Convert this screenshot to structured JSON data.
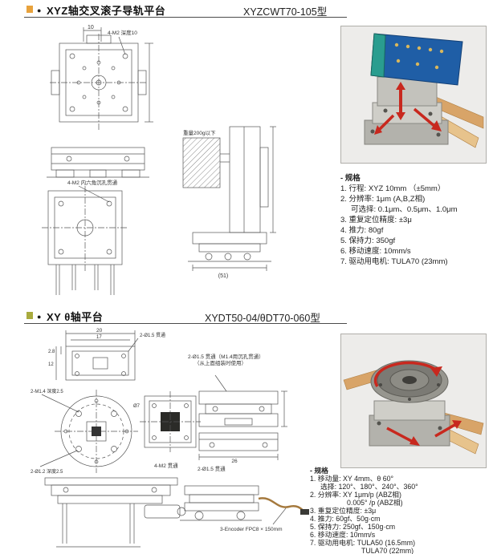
{
  "palette": {
    "accent_orange": "#e8a23c",
    "accent_olive": "#a9ab3e",
    "arrow_red": "#c8281e",
    "pcb_blue": "#1f5ea6",
    "flex_tan": "#d8a468",
    "drawing_line": "#555555"
  },
  "section1": {
    "bullet": "●",
    "title": "XYZ轴交叉滚子导轨平台",
    "model": "XYZCWT70-105型",
    "specs": {
      "heading": "- 规格",
      "items": [
        "1. 行程: XYZ 10mm （±5mm）",
        "2. 分辨率: 1μm (A,B,Z相)",
        "可选择: 0.1μm、0.5μm、1.0μm",
        "3. 重复定位精度: ±3μ",
        "4. 推力: 80gf",
        "5. 保持力: 350gf",
        "6. 移动速度: 10mm/s",
        "7. 驱动用电机: TULA70 (23mm)"
      ]
    },
    "labels": {
      "dim_10": "10",
      "tap_top": "4-M2 深度10",
      "tap_bottom": "4-M2 内六角沉孔贯通",
      "weight": "重量200g以下",
      "dim_51": "(51)"
    }
  },
  "section2": {
    "bullet": "●",
    "title": "XY θ轴平台",
    "model": "XYDT50-04/θDT70-060型",
    "specs": {
      "heading": "- 规格",
      "items": [
        "1. 移动量: XY 4mm、θ 60°",
        "选择: 120°、180°、240°、360°",
        "2. 分辨率: XY 1μm/p (ABZ相)",
        "0.005° /p (ABZ相)",
        "3. 重复定位精度: ±3μ",
        "4. 推力: 60gf、50g·cm",
        "5. 保持力: 250gf、150g·cm",
        "6. 移动速度: 10mm/s",
        "7. 驱动用电机: TULA50 (16.5mm)",
        "TULA70 (22mm)"
      ]
    },
    "labels": {
      "dim_20": "20",
      "dim_17": "17",
      "dim_12": "12",
      "dim_2_8": "2.8",
      "dim_26": "26",
      "dia_7": "Ø7",
      "hole_top": "2-Ø1.5 贯通",
      "note_line1": "2-Ø1.5 贯通（M1.4用沉孔贯通）",
      "note_line2": "（从上面组装时使用）",
      "tap_m14": "2-M1.4 深度2.5",
      "hole_12": "2-Ø1.2 深度2.5",
      "tap_4m2": "4-M2 贯通",
      "hole_15": "2-Ø1.5 贯通",
      "fpc": "3-Encoder FPC8 × 150mm"
    }
  }
}
